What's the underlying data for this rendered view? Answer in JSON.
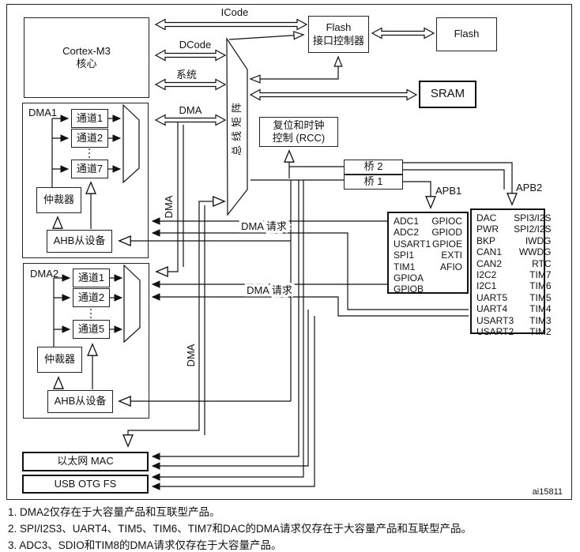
{
  "diagram": {
    "cortex": {
      "line1": "Cortex-M3",
      "line2": "核心"
    },
    "flash_if": {
      "line1": "Flash",
      "line2": "接口控制器"
    },
    "flash": "Flash",
    "sram": "SRAM",
    "rcc": {
      "line1": "复位和时钟",
      "line2": "控制 (RCC)"
    },
    "bridge2": "桥 2",
    "bridge1": "桥 1",
    "bus_labels": {
      "icode": "ICode",
      "dcode": "DCode",
      "system": "系统",
      "dma": "DMA",
      "bus_matrix": "总线矩阵",
      "apb1": "APB1",
      "apb2": "APB2",
      "dma_vertical_1": "DMA",
      "dma_vertical_2": "DMA",
      "dma_request_1": "DMA 请求",
      "dma_request_2": "DMA 请求"
    },
    "dma1": {
      "title": "DMA1",
      "ch1": "通道1",
      "ch2": "通道2",
      "chN": "通道7",
      "arbiter": "仲裁器",
      "ahb": "AHB从设备"
    },
    "dma2": {
      "title": "DMA2",
      "ch1": "通道1",
      "ch2": "通道2",
      "chN": "通道5",
      "arbiter": "仲裁器",
      "ahb": "AHB从设备"
    },
    "apb1_peripherals": {
      "left": [
        "ADC1",
        "ADC2",
        "USART1",
        "SPI1",
        "TIM1",
        "GPIOA",
        "GPIOB"
      ],
      "right": [
        "GPIOC",
        "GPIOD",
        "GPIOE",
        "EXTI",
        "AFIO"
      ]
    },
    "apb2_peripherals": {
      "left": [
        "DAC",
        "PWR",
        "BKP",
        "CAN1",
        "CAN2",
        "I2C2",
        "I2C1",
        "UART5",
        "UART4",
        "USART3",
        "USART2"
      ],
      "right": [
        "SPI3/I2S",
        "SPI2/I2S",
        "IWDG",
        "WWDG",
        "RTC",
        "TIM7",
        "TIM6",
        "TIM5",
        "TIM4",
        "TIM3",
        "TIM2"
      ]
    },
    "eth_mac": "以太网 MAC",
    "usb_otg": "USB OTG FS",
    "figure_id": "ai15811"
  },
  "notes": [
    "1.  DMA2仅存在于大容量产品和互联型产品。",
    "2.  SPI/I2S3、UART4、TIM5、TIM6、TIM7和DAC的DMA请求仅存在于大容量产品和互联型产品。",
    "3.  ADC3、SDIO和TIM8的DMA请求仅存在于大容量产品。"
  ]
}
